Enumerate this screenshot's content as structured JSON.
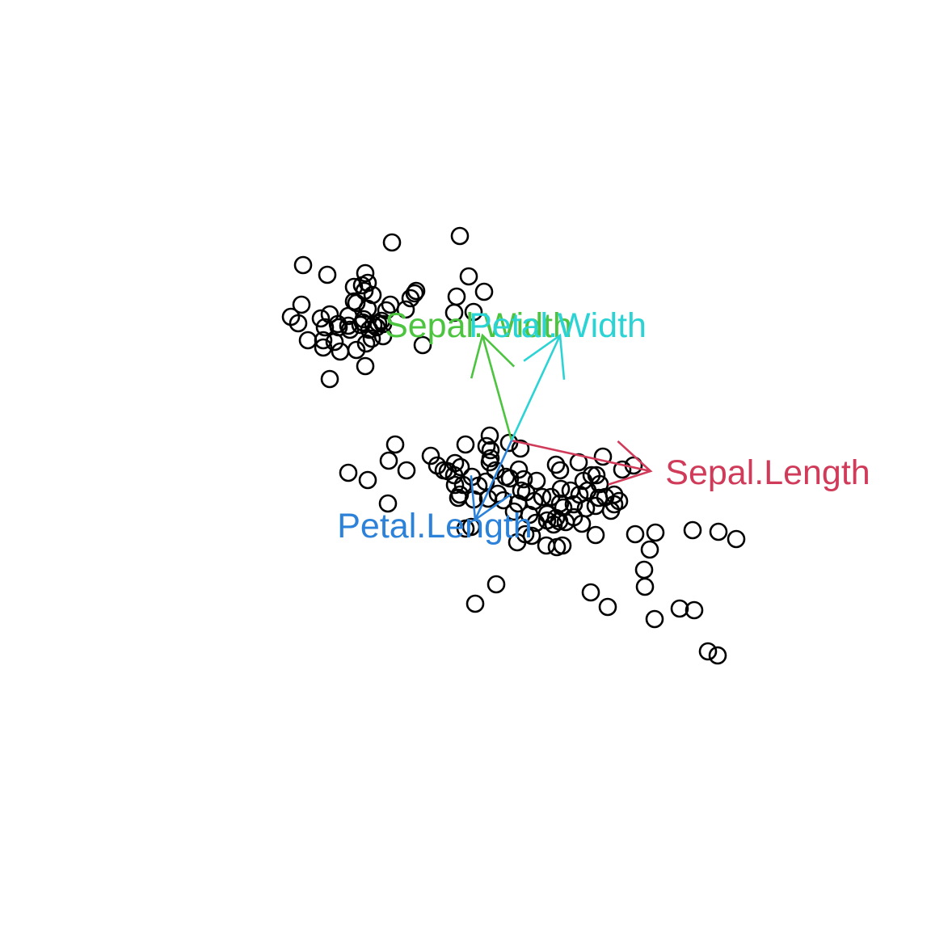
{
  "chart_data": {
    "type": "scatter",
    "title": "",
    "xlabel": "",
    "ylabel": "",
    "xlim": [
      -3.3,
      3.3
    ],
    "ylim": [
      -3.3,
      3.3
    ],
    "grid": false,
    "axes": false,
    "point_style": "open-circle",
    "points": [
      [
        -2.58,
        2.17
      ],
      [
        -2.28,
        2.05
      ],
      [
        -1.48,
        2.45
      ],
      [
        -1.2,
        1.82
      ],
      [
        -1.18,
        1.85
      ],
      [
        -0.64,
        2.53
      ],
      [
        -1.95,
        1.9
      ],
      [
        -1.85,
        1.92
      ],
      [
        -1.82,
        1.85
      ],
      [
        -1.81,
        2.07
      ],
      [
        -1.78,
        1.95
      ],
      [
        -1.92,
        1.7
      ],
      [
        -1.95,
        1.72
      ],
      [
        -1.72,
        1.8
      ],
      [
        -1.55,
        1.61
      ],
      [
        -1.31,
        1.62
      ],
      [
        -0.68,
        1.78
      ],
      [
        -0.53,
        2.03
      ],
      [
        -0.34,
        1.84
      ],
      [
        -2.6,
        1.68
      ],
      [
        -2.02,
        1.54
      ],
      [
        -1.78,
        1.63
      ],
      [
        -1.5,
        1.68
      ],
      [
        -1.25,
        1.76
      ],
      [
        -0.47,
        1.59
      ],
      [
        -0.71,
        1.58
      ],
      [
        -2.64,
        1.45
      ],
      [
        -2.31,
        1.4
      ],
      [
        -2.14,
        1.4
      ],
      [
        -2.15,
        1.44
      ],
      [
        -2.0,
        1.37
      ],
      [
        -1.87,
        1.43
      ],
      [
        -1.71,
        1.43
      ],
      [
        -1.65,
        1.45
      ],
      [
        -1.61,
        1.48
      ],
      [
        -2.73,
        1.53
      ],
      [
        -2.36,
        1.51
      ],
      [
        -2.25,
        1.56
      ],
      [
        -2.02,
        1.42
      ],
      [
        -1.84,
        1.46
      ],
      [
        -1.83,
        1.5
      ],
      [
        -1.67,
        1.4
      ],
      [
        -1.59,
        1.44
      ],
      [
        -2.33,
        1.24
      ],
      [
        -2.19,
        1.22
      ],
      [
        -1.8,
        1.2
      ],
      [
        -1.73,
        1.26
      ],
      [
        -1.59,
        1.29
      ],
      [
        -2.12,
        1.1
      ],
      [
        -1.92,
        1.12
      ],
      [
        -1.81,
        0.92
      ],
      [
        -1.1,
        1.18
      ],
      [
        -1.76,
        1.37
      ],
      [
        -2.52,
        1.24
      ],
      [
        -2.33,
        1.15
      ],
      [
        -2.25,
        0.76
      ],
      [
        -1.44,
        -0.05
      ],
      [
        -0.57,
        -0.05
      ],
      [
        -0.31,
        -0.07
      ],
      [
        -0.27,
        0.06
      ],
      [
        -0.26,
        -0.12
      ],
      [
        -0.03,
        -0.03
      ],
      [
        0.11,
        -0.1
      ],
      [
        -1.52,
        -0.25
      ],
      [
        -1.3,
        -0.37
      ],
      [
        -2.02,
        -0.4
      ],
      [
        -1.78,
        -0.49
      ],
      [
        -1.0,
        -0.19
      ],
      [
        -0.92,
        -0.31
      ],
      [
        -0.84,
        -0.37
      ],
      [
        -0.7,
        -0.28
      ],
      [
        -0.63,
        -0.33
      ],
      [
        -0.26,
        -0.22
      ],
      [
        -0.27,
        -0.27
      ],
      [
        -0.2,
        -0.37
      ],
      [
        0.09,
        -0.36
      ],
      [
        0.55,
        -0.3
      ],
      [
        0.83,
        -0.27
      ],
      [
        1.13,
        -0.2
      ],
      [
        1.51,
        -0.31
      ],
      [
        -0.79,
        -0.38
      ],
      [
        -0.71,
        -0.43
      ],
      [
        -0.49,
        -0.45
      ],
      [
        -0.32,
        -0.51
      ],
      [
        -0.07,
        -0.45
      ],
      [
        -0.02,
        -0.47
      ],
      [
        0.15,
        -0.48
      ],
      [
        0.31,
        -0.5
      ],
      [
        0.6,
        -0.37
      ],
      [
        0.89,
        -0.5
      ],
      [
        0.99,
        -0.43
      ],
      [
        1.09,
        -0.54
      ],
      [
        1.05,
        -0.43
      ],
      [
        1.37,
        -0.36
      ],
      [
        -0.6,
        -0.55
      ],
      [
        -0.7,
        -0.55
      ],
      [
        -0.41,
        -0.56
      ],
      [
        -0.17,
        -0.66
      ],
      [
        0.12,
        -0.62
      ],
      [
        0.18,
        -0.64
      ],
      [
        0.38,
        -0.7
      ],
      [
        0.61,
        -0.6
      ],
      [
        0.73,
        -0.62
      ],
      [
        0.84,
        -0.67
      ],
      [
        0.94,
        -0.62
      ],
      [
        1.08,
        -0.71
      ],
      [
        1.16,
        -0.7
      ],
      [
        1.27,
        -0.67
      ],
      [
        -0.64,
        -0.67
      ],
      [
        -0.66,
        -0.71
      ],
      [
        -0.47,
        -0.73
      ],
      [
        -0.29,
        -0.72
      ],
      [
        -0.1,
        -0.74
      ],
      [
        0.08,
        -0.78
      ],
      [
        0.28,
        -0.75
      ],
      [
        0.49,
        -0.7
      ],
      [
        0.6,
        -0.78
      ],
      [
        0.64,
        -0.83
      ],
      [
        0.77,
        -0.79
      ],
      [
        0.92,
        -0.84
      ],
      [
        1.04,
        -0.81
      ],
      [
        1.27,
        -0.79
      ],
      [
        1.33,
        -0.75
      ],
      [
        -1.53,
        -0.78
      ],
      [
        0.03,
        -0.88
      ],
      [
        0.22,
        -0.92
      ],
      [
        0.44,
        -0.91
      ],
      [
        0.55,
        -0.96
      ],
      [
        0.77,
        -0.95
      ],
      [
        1.23,
        -0.87
      ],
      [
        -0.5,
        -1.07
      ],
      [
        0.3,
        -1.02
      ],
      [
        0.44,
        -0.99
      ],
      [
        0.52,
        -1.04
      ],
      [
        0.59,
        -1.0
      ],
      [
        0.67,
        -1.01
      ],
      [
        0.87,
        -1.03
      ],
      [
        -0.57,
        -1.09
      ],
      [
        0.17,
        -1.16
      ],
      [
        0.25,
        -1.18
      ],
      [
        1.04,
        -1.17
      ],
      [
        1.53,
        -1.16
      ],
      [
        1.78,
        -1.14
      ],
      [
        2.24,
        -1.11
      ],
      [
        2.56,
        -1.13
      ],
      [
        2.78,
        -1.22
      ],
      [
        0.07,
        -1.26
      ],
      [
        0.43,
        -1.3
      ],
      [
        0.56,
        -1.32
      ],
      [
        0.63,
        -1.3
      ],
      [
        1.71,
        -1.35
      ],
      [
        1.64,
        -1.6
      ],
      [
        -0.19,
        -1.78
      ],
      [
        0.98,
        -1.88
      ],
      [
        1.65,
        -1.81
      ],
      [
        -0.45,
        -2.02
      ],
      [
        1.19,
        -2.06
      ],
      [
        2.08,
        -2.08
      ],
      [
        2.26,
        -2.1
      ],
      [
        1.77,
        -2.21
      ],
      [
        2.43,
        -2.61
      ],
      [
        2.55,
        -2.66
      ]
    ],
    "loadings": [
      {
        "name": "Sepal.Length",
        "x": 1.72,
        "y": -0.38,
        "color": "#D03B5A"
      },
      {
        "name": "Sepal.Width",
        "x": -0.36,
        "y": 1.3,
        "color": "#4CC43F"
      },
      {
        "name": "Petal.Length",
        "x": -0.45,
        "y": -0.98,
        "color": "#2C82D8"
      },
      {
        "name": "Petal.Width",
        "x": 0.6,
        "y": 1.3,
        "color": "#2CD3D5"
      }
    ]
  }
}
